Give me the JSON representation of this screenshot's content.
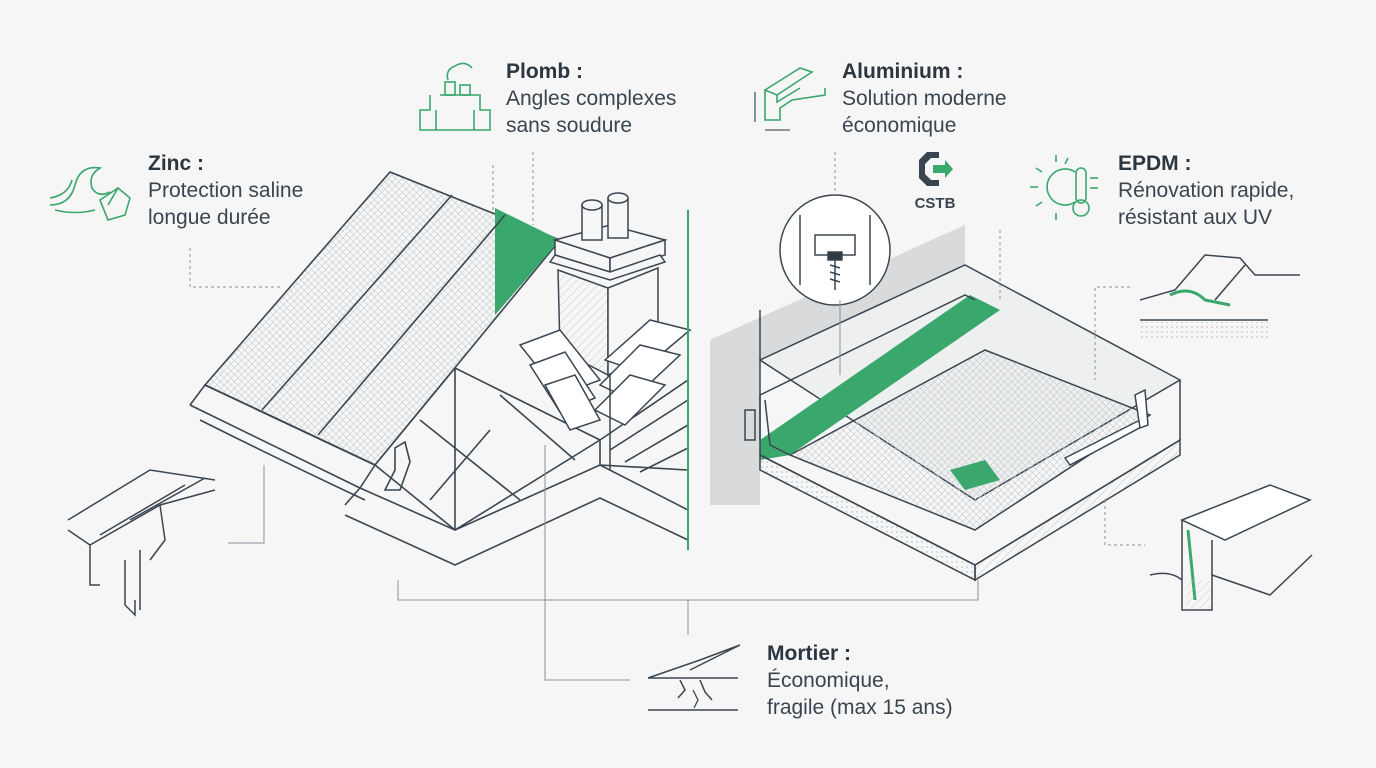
{
  "labels": {
    "zinc": {
      "title": "Zinc :",
      "line1": "Protection saline",
      "line2": "longue durée"
    },
    "plomb": {
      "title": "Plomb :",
      "line1": "Angles complexes",
      "line2": "sans soudure"
    },
    "aluminium": {
      "title": "Aluminium :",
      "line1": "Solution moderne",
      "line2": "économique"
    },
    "epdm": {
      "title": "EPDM :",
      "line1": "Rénovation rapide,",
      "line2": "résistant aux UV"
    },
    "mortier": {
      "title": "Mortier :",
      "line1": "Économique,",
      "line2": "fragile (max 15 ans)"
    }
  },
  "certification": {
    "logo_text": "CSTB"
  },
  "icons": [
    "wave-rock-icon",
    "chimney-icon",
    "profile-icon",
    "sun-thermometer-icon",
    "crack-icon",
    "cstb-logo-icon"
  ],
  "colors": {
    "accent": "#3aa76d",
    "line": "#3b4651",
    "text": "#2f3a45",
    "wall": "#d9dadb",
    "background": "#f5f6f5"
  }
}
